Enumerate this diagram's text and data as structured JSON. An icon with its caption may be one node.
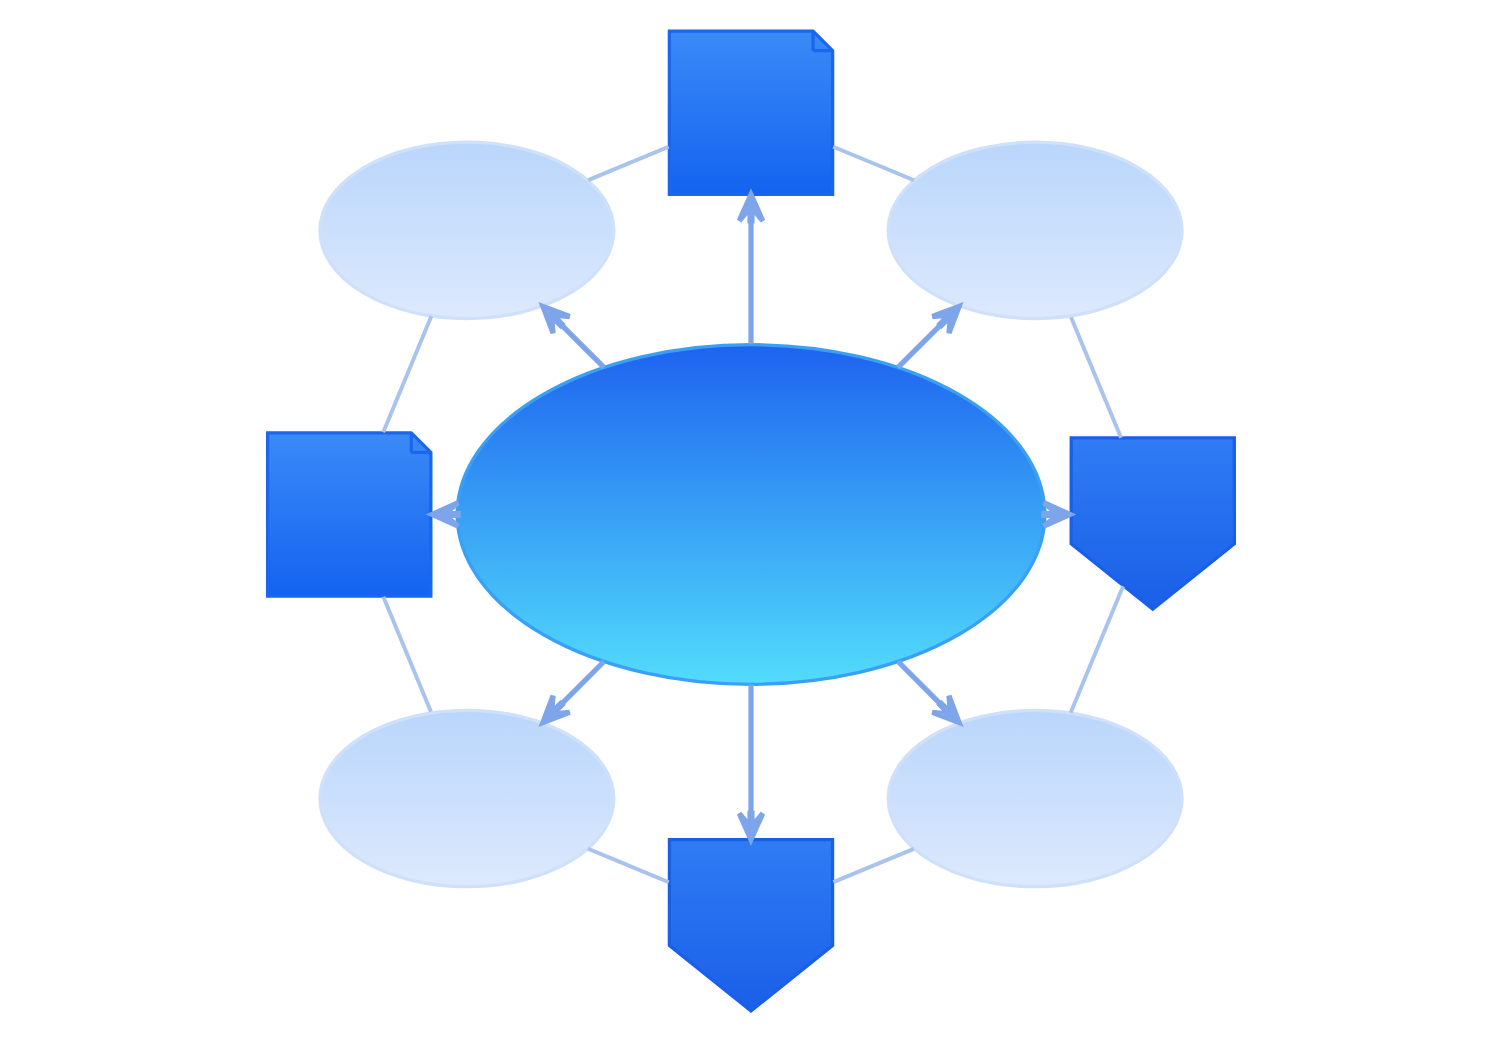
{
  "diagram": {
    "nodes": [
      {
        "text": [],
        "shape": "document"
      },
      {
        "text": [],
        "shape": "cloud"
      },
      {
        "text": [],
        "shape": "cloud"
      },
      {
        "text": [],
        "shape": "cloud"
      },
      {
        "text": [],
        "shape": "document"
      },
      {
        "text": [],
        "shape": "shield"
      },
      {
        "text": [],
        "shape": "cloud"
      },
      {
        "text": [],
        "shape": "cloud"
      },
      {
        "text": [],
        "shape": "shield"
      }
    ],
    "edges": [
      {
        "from": 3,
        "to": 0,
        "arrow": "to"
      },
      {
        "from": 3,
        "to": 2,
        "arrow": "to"
      },
      {
        "from": 3,
        "to": 5,
        "arrow": "to"
      },
      {
        "from": 3,
        "to": 7,
        "arrow": "to"
      },
      {
        "from": 3,
        "to": 8,
        "arrow": "to"
      },
      {
        "from": 3,
        "to": 6,
        "arrow": "to"
      },
      {
        "from": 3,
        "to": 4,
        "arrow": "to"
      },
      {
        "from": 3,
        "to": 1,
        "arrow": "to"
      },
      {
        "from": 0,
        "to": 2,
        "arrow": "none",
        "color": "#a9c3ef"
      },
      {
        "from": 2,
        "to": 5,
        "arrow": "none",
        "color": "#a9c3ef"
      },
      {
        "from": 5,
        "to": 7,
        "arrow": "none",
        "color": "#a9c3ef"
      },
      {
        "from": 7,
        "to": 8,
        "arrow": "none",
        "color": "#a9c3ef"
      },
      {
        "from": 8,
        "to": 6,
        "arrow": "none",
        "color": "#a9c3ef"
      },
      {
        "from": 6,
        "to": 4,
        "arrow": "none",
        "color": "#a9c3ef"
      },
      {
        "from": 4,
        "to": 1,
        "arrow": "none",
        "color": "#a9c3ef"
      },
      {
        "from": 1,
        "to": 0,
        "arrow": "none",
        "color": "#a9c3ef"
      }
    ]
  }
}
